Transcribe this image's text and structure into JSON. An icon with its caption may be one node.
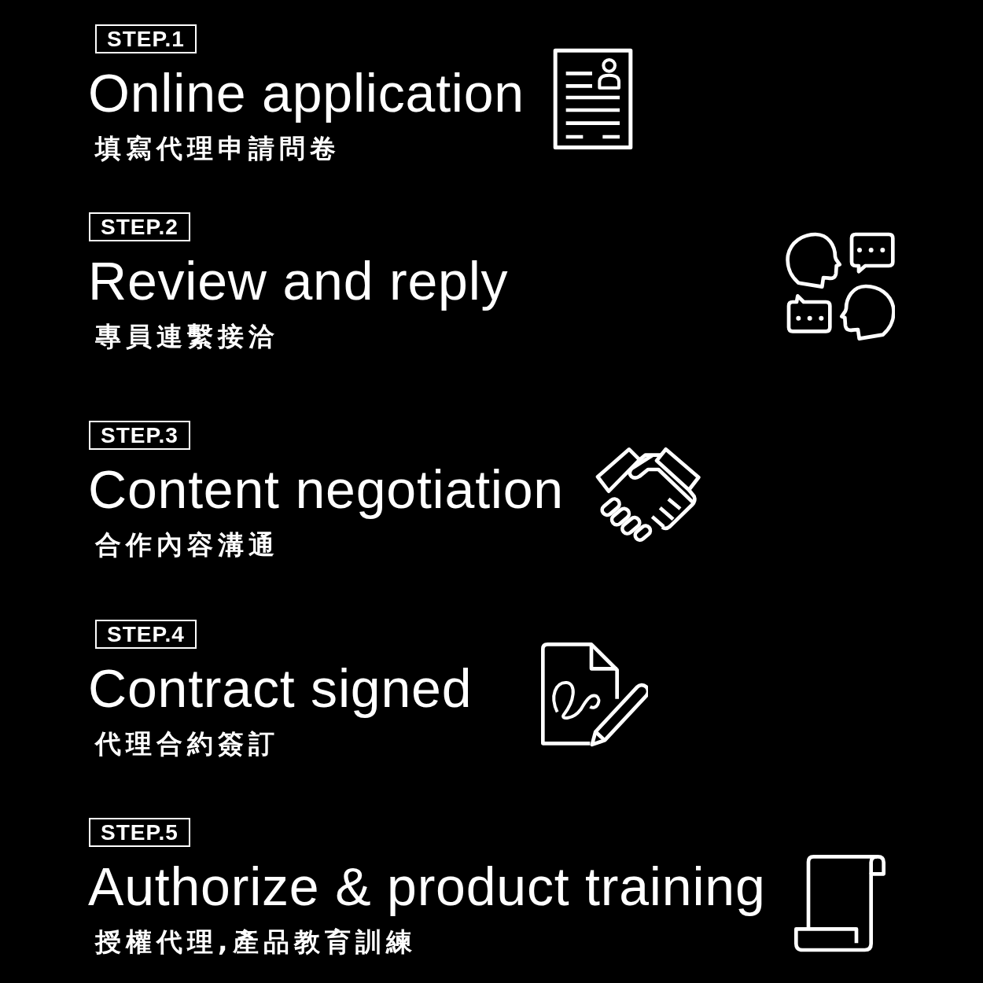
{
  "diagram": {
    "nodes": [
      {
        "text": [
          "STEP.1"
        ],
        "beside": [
          "Online application",
          "填寫代理申請問卷"
        ]
      },
      {
        "text": [
          "STEP.2"
        ],
        "beside": [
          "Review and reply",
          "專員連繫接洽"
        ]
      },
      {
        "text": [
          "STEP.3"
        ],
        "beside": [
          "Content negotiation",
          "合作內容溝通"
        ]
      },
      {
        "text": [
          "STEP.4"
        ],
        "beside": [
          "Contract signed",
          "代理合約簽訂"
        ]
      },
      {
        "text": [
          "STEP.5"
        ],
        "beside": [
          "Authorize & product training",
          "授權代理,產品教育訓練"
        ]
      }
    ]
  }
}
